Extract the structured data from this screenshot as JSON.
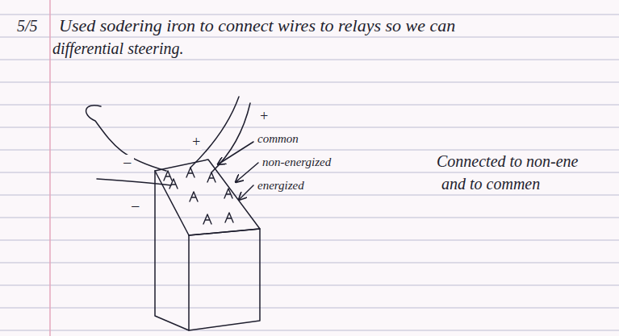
{
  "diagram": {
    "labels": [
      "5/5",
      "Used sodering iron to connect wires to relays so we can",
      "differential steering.",
      "+",
      "+",
      "common",
      "non-energized",
      "energized",
      "−",
      "−",
      "Connected to non-ene",
      "and to commen"
    ]
  }
}
